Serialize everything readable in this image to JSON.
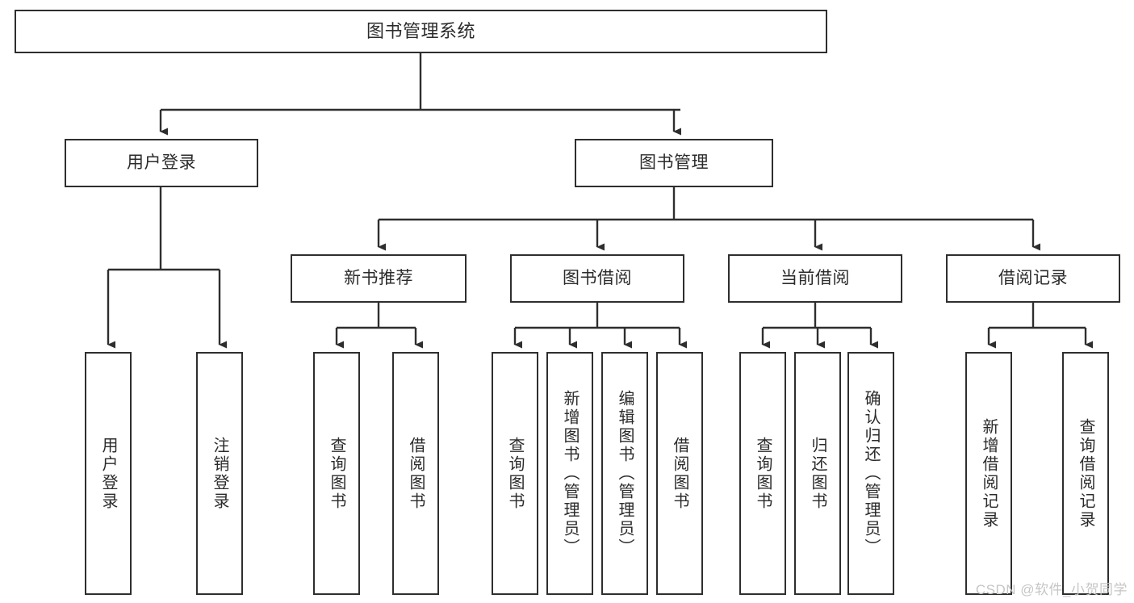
{
  "diagram": {
    "title": "图书管理系统",
    "type": "tree-diagram",
    "background_color": "#ffffff",
    "stroke_color": "#2e2e2e",
    "text_color": "#2b2b2b",
    "root": {
      "label": "图书管理系统"
    },
    "level2": [
      {
        "label": "用户登录"
      },
      {
        "label": "图书管理"
      }
    ],
    "level3": [
      {
        "label": "新书推荐"
      },
      {
        "label": "图书借阅"
      },
      {
        "label": "当前借阅"
      },
      {
        "label": "借阅记录"
      }
    ],
    "leaves": {
      "user_login": [
        {
          "label": "用户登录"
        },
        {
          "label": "注销登录"
        }
      ],
      "new_book_recommend": [
        {
          "label": "查询图书"
        },
        {
          "label": "借阅图书"
        }
      ],
      "book_borrow": [
        {
          "label": "查询图书"
        },
        {
          "label": "新增图书（管理员）"
        },
        {
          "label": "编辑图书（管理员）"
        },
        {
          "label": "借阅图书"
        }
      ],
      "current_borrow": [
        {
          "label": "查询图书"
        },
        {
          "label": "归还图书"
        },
        {
          "label": "确认归还（管理员）"
        }
      ],
      "borrow_record": [
        {
          "label": "新增借阅记录"
        },
        {
          "label": "查询借阅记录"
        }
      ]
    }
  },
  "watermark": {
    "text": "CSDN @软件_小贺同学",
    "color": "#c6c6c6"
  }
}
